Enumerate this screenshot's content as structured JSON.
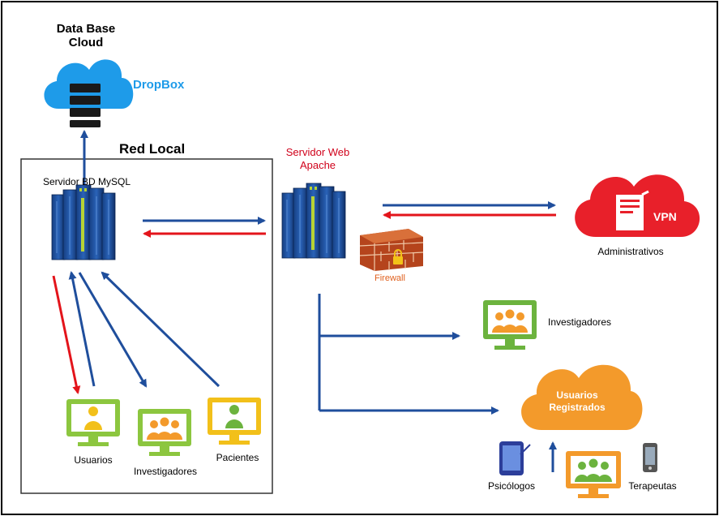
{
  "database": {
    "title_line1": "Data Base",
    "title_line2": "Cloud",
    "cloud_label": "DropBox"
  },
  "local_network": {
    "title": "Red Local",
    "server_label": "Servidor BD MySQL",
    "clients": [
      {
        "label": "Usuarios",
        "icon": "monitor-single-user-icon",
        "color": "#8cc63f"
      },
      {
        "label": "Investigadores",
        "icon": "monitor-group-icon",
        "color": "#8cc63f"
      },
      {
        "label": "Pacientes",
        "icon": "monitor-single-user-icon",
        "color": "#f2c01a"
      }
    ]
  },
  "web_server": {
    "title_line1": "Servidor Web",
    "title_line2": "Apache",
    "firewall_label": "Firewall"
  },
  "vpn": {
    "cloud_text": "VPN",
    "label": "Administrativos"
  },
  "investigadores_remote": {
    "label": "Investigadores"
  },
  "registered_users": {
    "cloud_line1": "Usuarios",
    "cloud_line2": "Registrados",
    "left_label": "Psicólogos",
    "right_label": "Terapeutas"
  },
  "colors": {
    "arrow_blue": "#1f4e9c",
    "arrow_red": "#e3141b",
    "dropbox_blue": "#1e9be9",
    "vpn_red": "#e8202a",
    "cloud_orange": "#f39a2b",
    "server_blue": "#1c4f9c",
    "firewall_label": "#e0601e",
    "web_server_label": "#d0021b"
  }
}
